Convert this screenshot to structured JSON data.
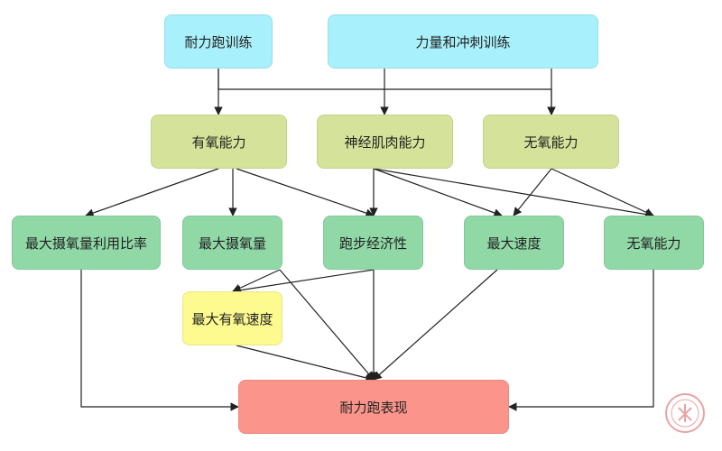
{
  "diagram": {
    "colors": {
      "training": "#a8f0fb",
      "capacity": "#d5e39a",
      "indicator": "#90d8a6",
      "speed": "#fdfa90",
      "result": "#fb958b",
      "edge": "#222222"
    },
    "nodes": {
      "endurance_training": {
        "label": "耐力跑训练",
        "group": "training"
      },
      "strength_sprint_training": {
        "label": "力量和冲刺训练",
        "group": "training"
      },
      "aerobic_capacity": {
        "label": "有氧能力",
        "group": "capacity"
      },
      "neuromuscular_capacity": {
        "label": "神经肌肉能力",
        "group": "capacity"
      },
      "anaerobic_capacity_top": {
        "label": "无氧能力",
        "group": "capacity"
      },
      "vo2max_utilization": {
        "label": "最大摄氧量利用比率",
        "group": "indicator"
      },
      "vo2max": {
        "label": "最大摄氧量",
        "group": "indicator"
      },
      "running_economy": {
        "label": "跑步经济性",
        "group": "indicator"
      },
      "max_speed": {
        "label": "最大速度",
        "group": "indicator"
      },
      "anaerobic_capacity_bottom": {
        "label": "无氧能力",
        "group": "indicator"
      },
      "vvo2max": {
        "label": "最大有氧速度",
        "group": "speed"
      },
      "endurance_performance": {
        "label": "耐力跑表现",
        "group": "result"
      }
    },
    "edges": [
      {
        "from": "endurance_training",
        "to": "aerobic_capacity"
      },
      {
        "from": "endurance_training",
        "to": "anaerobic_capacity_top"
      },
      {
        "from": "strength_sprint_training",
        "to": "neuromuscular_capacity"
      },
      {
        "from": "strength_sprint_training",
        "to": "anaerobic_capacity_top"
      },
      {
        "from": "aerobic_capacity",
        "to": "vo2max_utilization"
      },
      {
        "from": "aerobic_capacity",
        "to": "vo2max"
      },
      {
        "from": "aerobic_capacity",
        "to": "running_economy"
      },
      {
        "from": "neuromuscular_capacity",
        "to": "running_economy"
      },
      {
        "from": "neuromuscular_capacity",
        "to": "max_speed"
      },
      {
        "from": "neuromuscular_capacity",
        "to": "anaerobic_capacity_bottom"
      },
      {
        "from": "anaerobic_capacity_top",
        "to": "max_speed"
      },
      {
        "from": "anaerobic_capacity_top",
        "to": "anaerobic_capacity_bottom"
      },
      {
        "from": "vo2max",
        "to": "vvo2max"
      },
      {
        "from": "running_economy",
        "to": "vvo2max"
      },
      {
        "from": "vo2max",
        "to": "endurance_performance"
      },
      {
        "from": "running_economy",
        "to": "endurance_performance"
      },
      {
        "from": "vvo2max",
        "to": "endurance_performance"
      },
      {
        "from": "max_speed",
        "to": "endurance_performance"
      },
      {
        "from": "vo2max_utilization",
        "to": "endurance_performance"
      },
      {
        "from": "anaerobic_capacity_bottom",
        "to": "endurance_performance"
      }
    ]
  }
}
